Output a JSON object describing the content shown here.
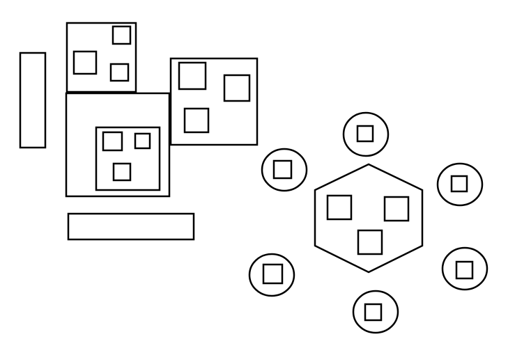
{
  "diagram": {
    "background_color": "#ffffff",
    "stroke_color": "#000000",
    "shape_kinds": [
      "rectangle",
      "square",
      "circle",
      "hexagon"
    ]
  }
}
